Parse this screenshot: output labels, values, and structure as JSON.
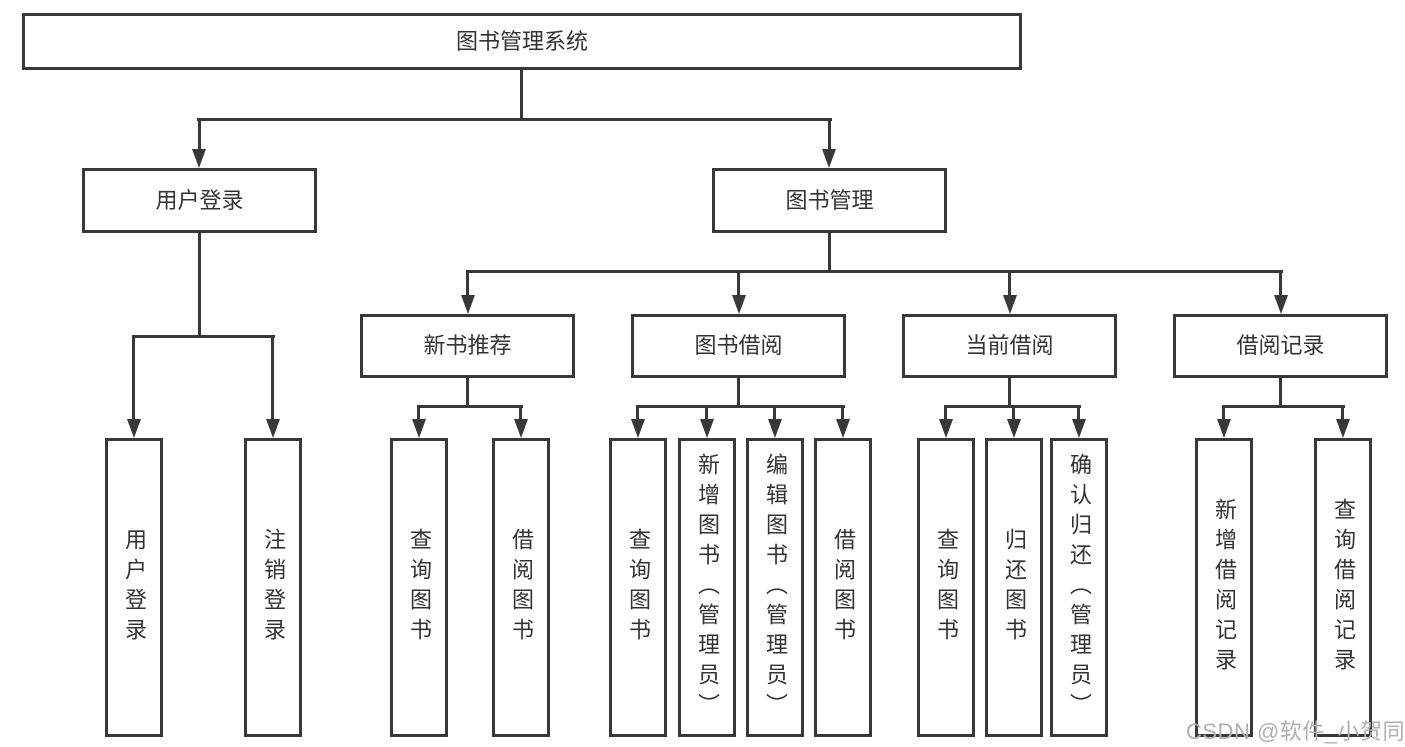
{
  "diagram": {
    "title": "图书管理系统",
    "root": {
      "label": "图书管理系统"
    },
    "level2": [
      {
        "label": "用户登录"
      },
      {
        "label": "图书管理"
      }
    ],
    "level3": [
      {
        "label": "新书推荐"
      },
      {
        "label": "图书借阅"
      },
      {
        "label": "当前借阅"
      },
      {
        "label": "借阅记录"
      }
    ],
    "leaves": [
      {
        "label": "用户登录"
      },
      {
        "label": "注销登录"
      },
      {
        "label": "查询图书"
      },
      {
        "label": "借阅图书"
      },
      {
        "label": "查询图书"
      },
      {
        "label": "新增图书（管理员）"
      },
      {
        "label": "编辑图书（管理员）"
      },
      {
        "label": "借阅图书"
      },
      {
        "label": "查询图书"
      },
      {
        "label": "归还图书"
      },
      {
        "label": "确认归还（管理员）"
      },
      {
        "label": "新增借阅记录"
      },
      {
        "label": "查询借阅记录"
      }
    ],
    "watermark": "CSDN @软件_小贺同学",
    "colors": {
      "line": "#383838",
      "text": "#333333",
      "watermark": "#b0b0b0",
      "background": "#ffffff"
    }
  }
}
